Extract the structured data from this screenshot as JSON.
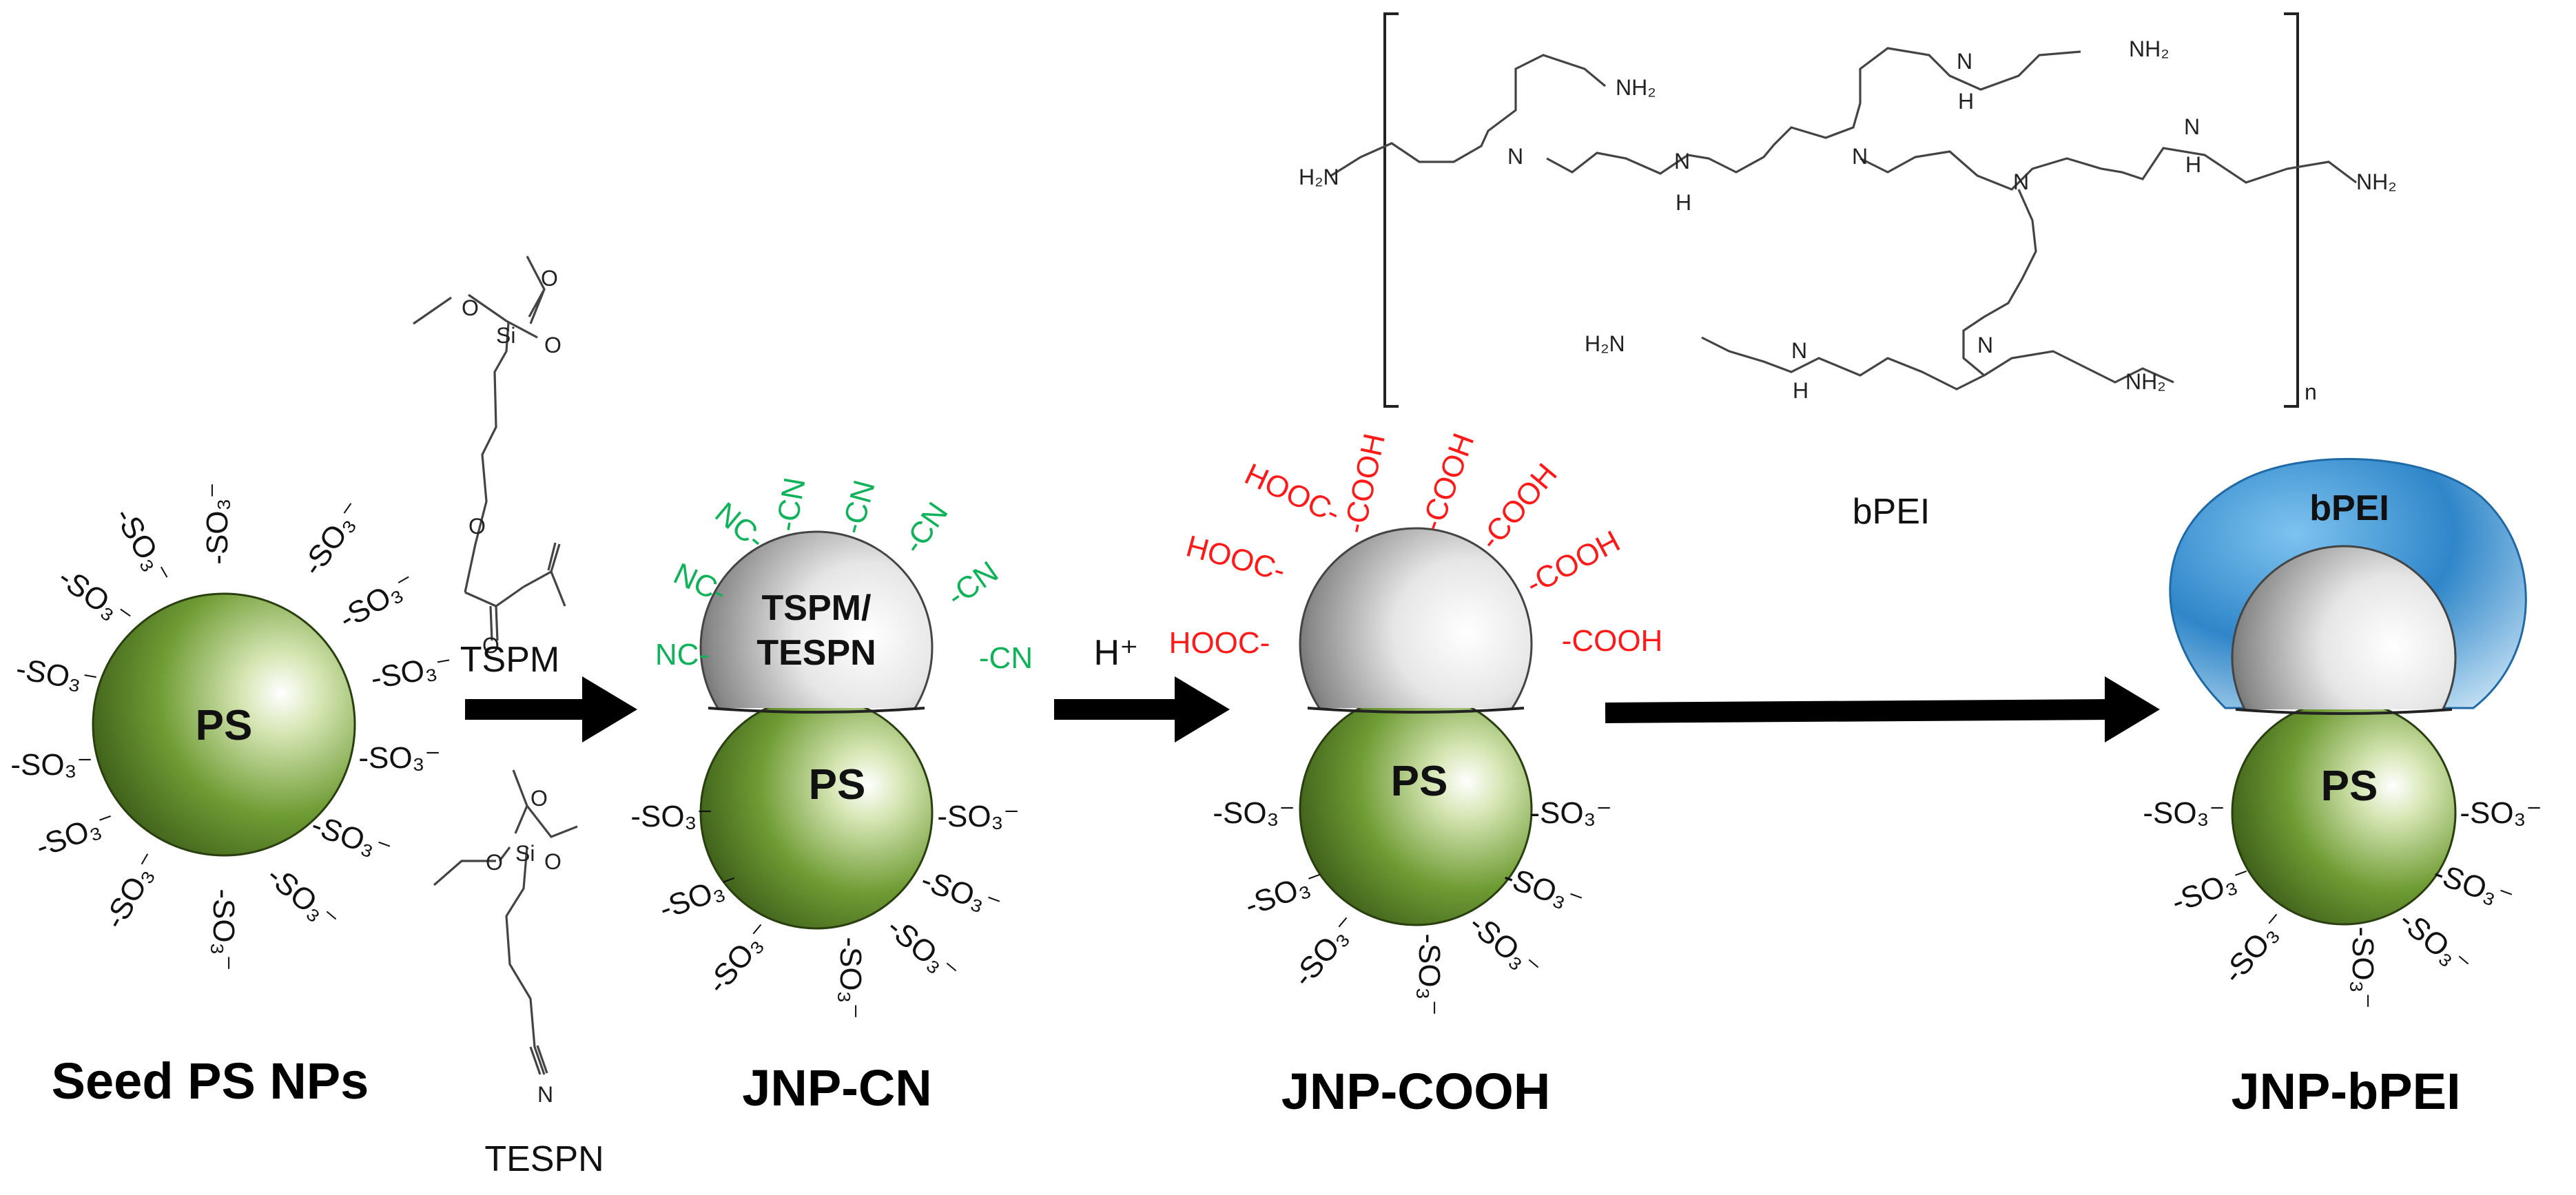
{
  "colors": {
    "ps_core": "#5f8f2a",
    "cap": "#d8d8d8",
    "bpei_shell": "#2f86c9",
    "cn_group": "#10b25a",
    "cooh_group": "#ff1a1a",
    "arrow": "#000000"
  },
  "captions": {
    "seed": "Seed PS NPs",
    "jnp_cn": "JNP-CN",
    "jnp_cooh": "JNP-COOH",
    "jnp_bpei": "JNP-bPEI"
  },
  "cores": {
    "ps": "PS",
    "cap_cn_line1": "TSPM/",
    "cap_cn_line2": "TESPN",
    "bpei_shell": "bPEI"
  },
  "reagents": {
    "tspm": "TSPM",
    "tespn": "TESPN",
    "acid": "H⁺",
    "bpei": "bPEI"
  },
  "groups": {
    "so3": "-SO₃⁻",
    "cn_right": "-CN",
    "cn_left": "NC-",
    "cooh_right": "-COOH",
    "cooh_left": "HOOC-"
  },
  "bpei_structure": {
    "atoms": {
      "nh2_a": "H₂N",
      "nh2_b": "NH₂",
      "nh2_c": "NH₂",
      "nh2_d": "NH₂",
      "h2n_e": "H₂N",
      "nh2_f": "NH₂",
      "n1": "N",
      "n2": "N",
      "n3": "N",
      "n4": "N",
      "nh1": "N",
      "nh1_h": "H",
      "nh2": "N",
      "nh2_h": "H",
      "nh3": "N",
      "nh3_h": "H",
      "nh4": "N",
      "nh4_h": "H"
    },
    "repeat": "n"
  },
  "silanes": {
    "si": "Si",
    "o": "O",
    "n": "N"
  }
}
